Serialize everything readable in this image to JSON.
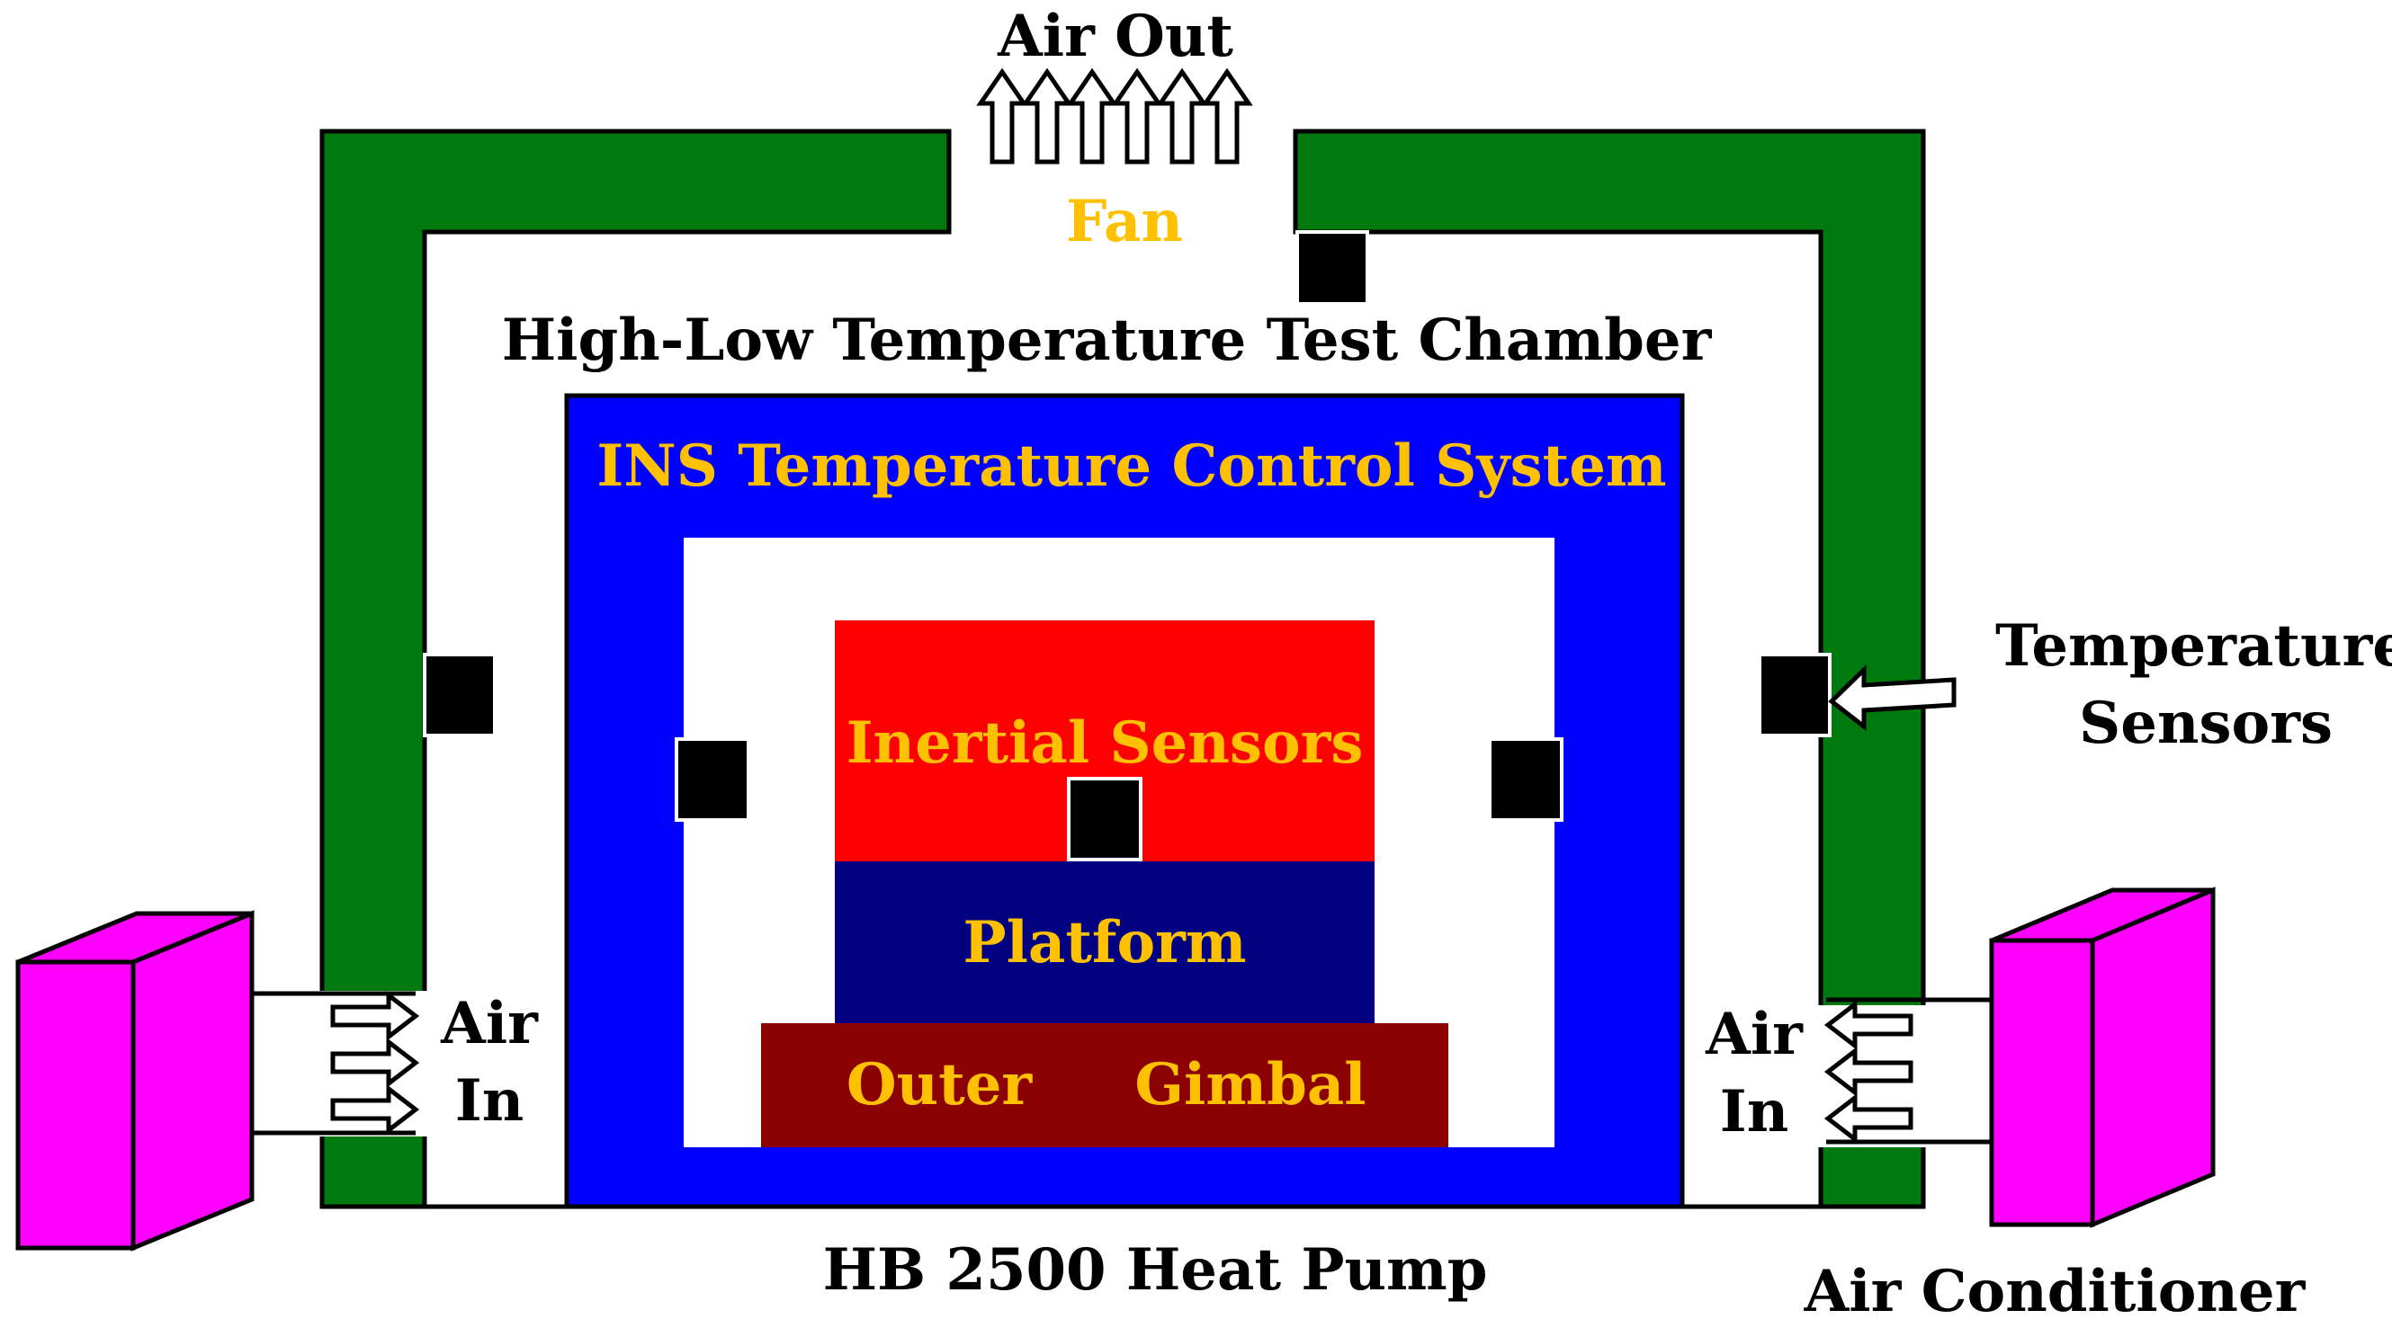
{
  "colors": {
    "chamber_wall": "#007a0f",
    "control_system": "#0000ff",
    "inertial_sensors": "#ff0000",
    "platform": "#000080",
    "outer_gimbal": "#8b0000",
    "air_conditioner": "#ff00ff",
    "sensor": "#000000",
    "label_dark": "#000000",
    "label_accent": "#ffc000"
  },
  "labels": {
    "air_out": "Air Out",
    "fan": "Fan",
    "test_chamber": "High-Low Temperature Test Chamber",
    "control_system": "INS Temperature Control System",
    "inertial_sensors": "Inertial Sensors",
    "platform": "Platform",
    "outer": "Outer",
    "gimbal": "Gimbal",
    "temperature_sensors_line1": "Temperature",
    "temperature_sensors_line2": "Sensors",
    "air_in_left_line1": "Air",
    "air_in_left_line2": "In",
    "air_in_right_line1": "Air",
    "air_in_right_line2": "In",
    "heat_pump": "HB 2500 Heat Pump",
    "air_conditioner": "Air Conditioner"
  }
}
